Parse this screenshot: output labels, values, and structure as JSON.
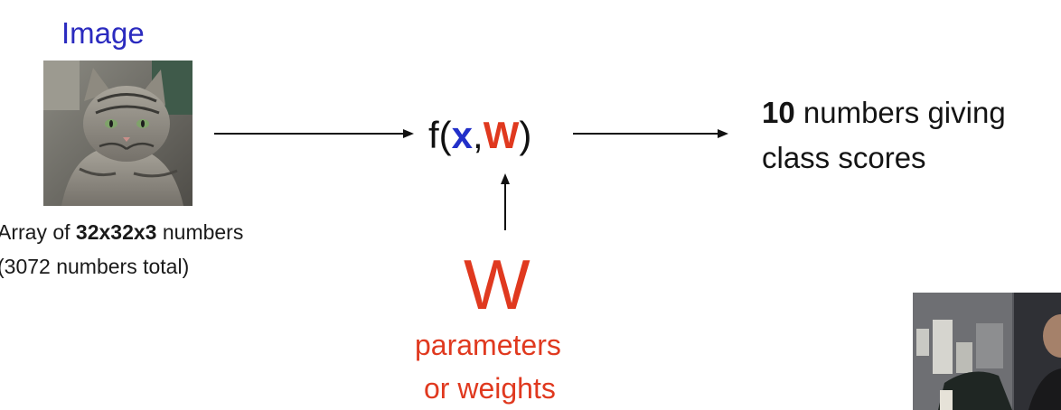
{
  "image_title": "Image",
  "input_caption": {
    "prefix": "Array of ",
    "dims": "32x32x3",
    "suffix": " numbers",
    "line2": "(3072 numbers total)"
  },
  "function": {
    "open": "f(",
    "x": "x",
    "comma": ",",
    "w": "W",
    "close": ")"
  },
  "output": {
    "count": "10",
    "line1_rest": " numbers giving",
    "line2": "class scores"
  },
  "weights": {
    "symbol": "W",
    "label_line1": "parameters",
    "label_line2": "or weights"
  },
  "colors": {
    "blue": "#2b2bbf",
    "red": "#e0391f",
    "text": "#111111"
  },
  "icons": [
    "cat-photo",
    "arrow-right-icon",
    "arrow-up-icon",
    "webcam-feed"
  ]
}
